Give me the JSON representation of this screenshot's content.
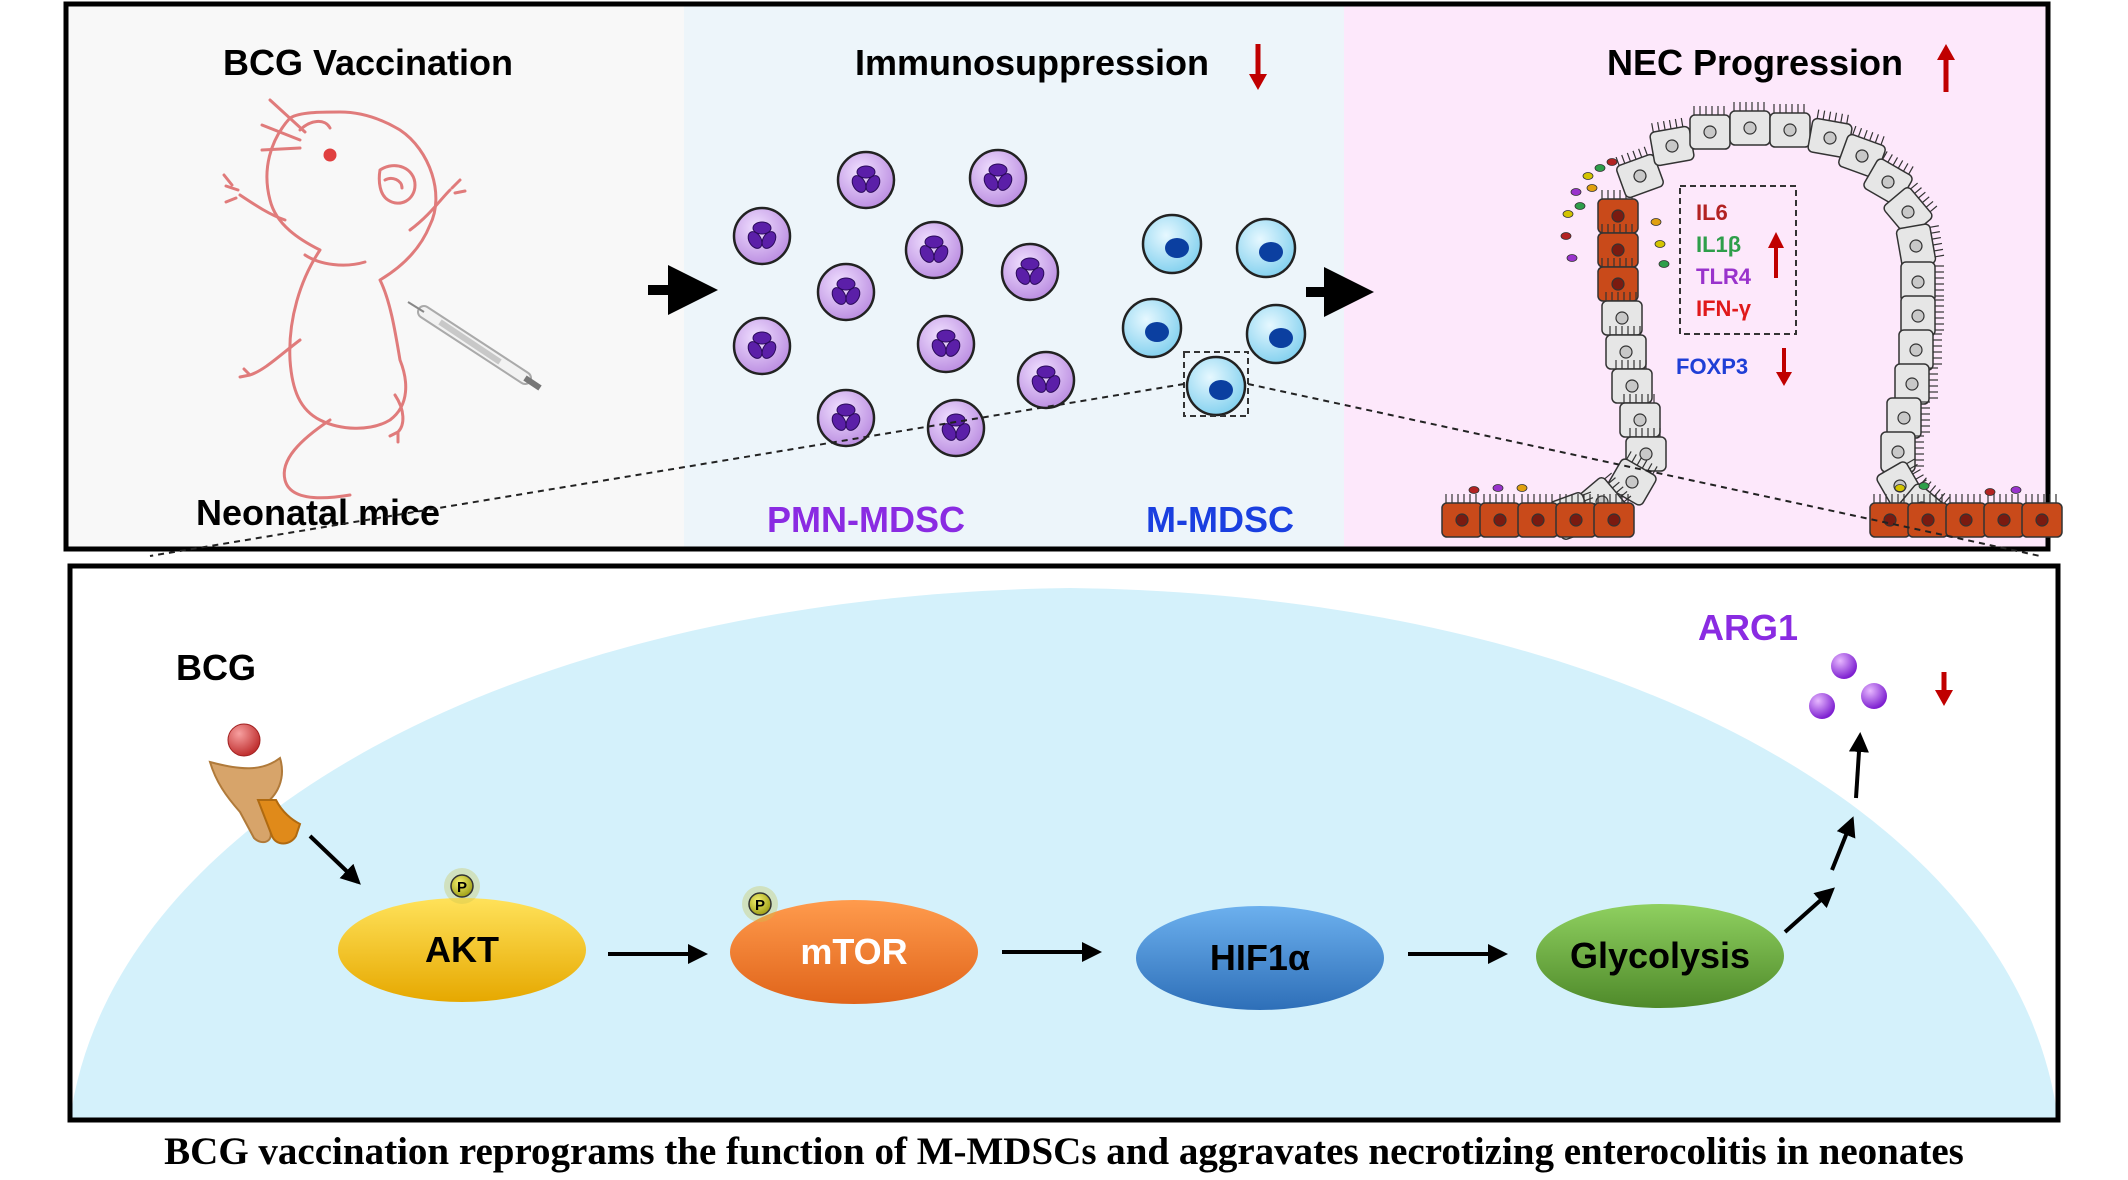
{
  "top_panel": {
    "left": {
      "title": "BCG Vaccination",
      "subtitle": "Neonatal mice"
    },
    "middle": {
      "title": "Immunosuppression",
      "pmn_label": "PMN-MDSC",
      "m_label": "M-MDSC"
    },
    "right": {
      "title": "NEC Progression",
      "cytokines": [
        "IL6",
        "IL1β",
        "TLR4",
        "IFN-γ"
      ],
      "foxp3": "FOXP3"
    }
  },
  "bottom_panel": {
    "bcg_label": "BCG",
    "phospho_label": "P",
    "nodes": [
      "AKT",
      "mTOR",
      "HIF1α",
      "Glycolysis"
    ],
    "output_label": "ARG1"
  },
  "caption": "BCG vaccination reprograms the function of M-MDSCs and aggravates necrotizing enterocolitis in neonates",
  "colors": {
    "pmn_cell": "#c9a6e6",
    "pmn_nucleus": "#5b1fa8",
    "m_cell": "#aee3f5",
    "m_nucleus": "#0b3fa0",
    "pink_panel": "#fde8fb",
    "blue_panel": "#edf5fa",
    "cytoplasm": "#d4f1fb",
    "up_down_arrow": "#c00000",
    "akt": "#f7c400",
    "mtor": "#f07a2a",
    "hif": "#3e86cf",
    "glycolysis": "#6ea843",
    "arg1": "#8a2be2",
    "il6": "#b22222",
    "il1b": "#2e9e4a",
    "tlr4": "#9933cc",
    "ifng": "#e0191b",
    "foxp3": "#1f3fd6"
  }
}
